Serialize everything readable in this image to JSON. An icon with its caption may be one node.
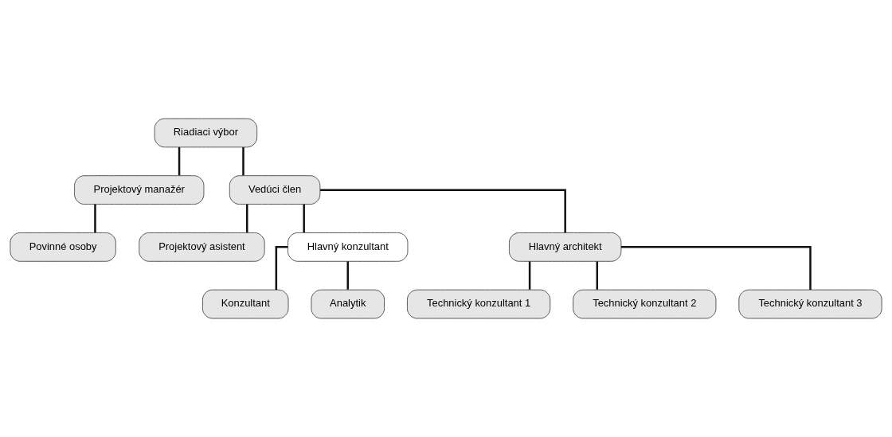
{
  "diagram": {
    "nodes": [
      {
        "text": [
          "Riadiaci výbor"
        ]
      },
      {
        "text": [
          "Projektový manažér"
        ]
      },
      {
        "text": [
          "Vedúci člen"
        ]
      },
      {
        "text": [
          "Povinné osoby"
        ]
      },
      {
        "text": [
          "Projektový asistent"
        ]
      },
      {
        "text": [
          "Hlavný konzultant"
        ]
      },
      {
        "text": [
          "Hlavný architekt"
        ]
      },
      {
        "text": [
          "Konzultant"
        ]
      },
      {
        "text": [
          "Analytik"
        ]
      },
      {
        "text": [
          "Technický konzultant 1"
        ]
      },
      {
        "text": [
          "Technický konzultant 2"
        ]
      },
      {
        "text": [
          "Technický konzultant 3"
        ]
      }
    ],
    "edges": [
      {
        "from": 0,
        "to": 1,
        "arrow": "none"
      },
      {
        "from": 0,
        "to": 2,
        "arrow": "none"
      },
      {
        "from": 1,
        "to": 3,
        "arrow": "none"
      },
      {
        "from": 2,
        "to": 4,
        "arrow": "none"
      },
      {
        "from": 2,
        "to": 5,
        "arrow": "none"
      },
      {
        "from": 2,
        "to": 6,
        "arrow": "none"
      },
      {
        "from": 5,
        "to": 7,
        "arrow": "none"
      },
      {
        "from": 5,
        "to": 8,
        "arrow": "none"
      },
      {
        "from": 6,
        "to": 9,
        "arrow": "none"
      },
      {
        "from": 6,
        "to": 10,
        "arrow": "none"
      },
      {
        "from": 6,
        "to": 11,
        "arrow": "none"
      }
    ]
  }
}
